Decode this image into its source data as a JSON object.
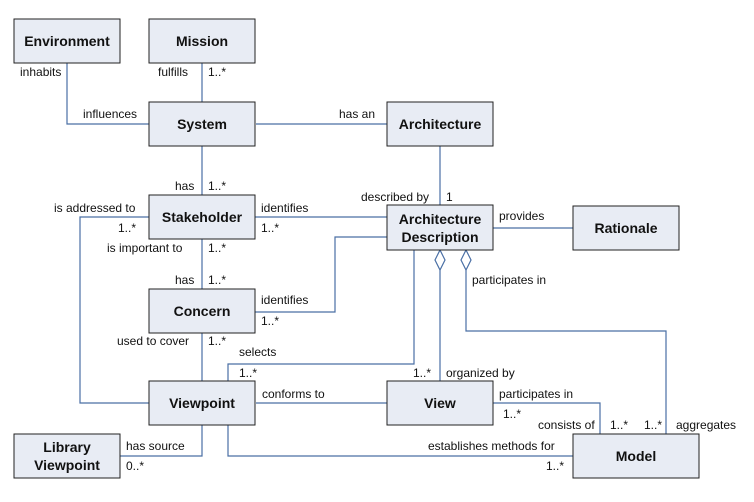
{
  "boxes": {
    "environment": "Environment",
    "mission": "Mission",
    "system": "System",
    "architecture": "Architecture",
    "stakeholder": "Stakeholder",
    "arch_desc_1": "Architecture",
    "arch_desc_2": "Description",
    "rationale": "Rationale",
    "concern": "Concern",
    "viewpoint": "Viewpoint",
    "view": "View",
    "library_vp_1": "Library",
    "library_vp_2": "Viewpoint",
    "model": "Model"
  },
  "labels": {
    "inhabits": "inhabits",
    "fulfills": "fulfills",
    "fulfills_mult": "1..*",
    "influences": "influences",
    "has_an": "has an",
    "has_sys": "has",
    "has_sys_mult": "1..*",
    "described_by": "described by",
    "described_by_mult": "1",
    "is_addressed_to": "is addressed to",
    "is_addressed_to_mult": "1..*",
    "identifies_sh": "identifies",
    "identifies_sh_mult": "1..*",
    "provides": "provides",
    "is_important_to": "is important to",
    "is_important_to_mult": "1..*",
    "has_concern": "has",
    "has_concern_mult": "1..*",
    "participates_in_ad": "participates in",
    "identifies_c": "identifies",
    "identifies_c_mult": "1..*",
    "used_to_cover": "used to cover",
    "used_to_cover_mult": "1..*",
    "selects": "selects",
    "selects_mult": "1..*",
    "organized_by_mult": "1..*",
    "organized_by": "organized by",
    "conforms_to": "conforms to",
    "participates_in_view": "participates in",
    "participates_in_view_mult": "1..*",
    "consists_of": "consists of",
    "consists_of_mult": "1..*",
    "aggregates_mult": "1..*",
    "aggregates": "aggregates",
    "has_source": "has source",
    "has_source_mult": "0..*",
    "establishes": "establishes methods for",
    "establishes_mult": "1..*"
  }
}
